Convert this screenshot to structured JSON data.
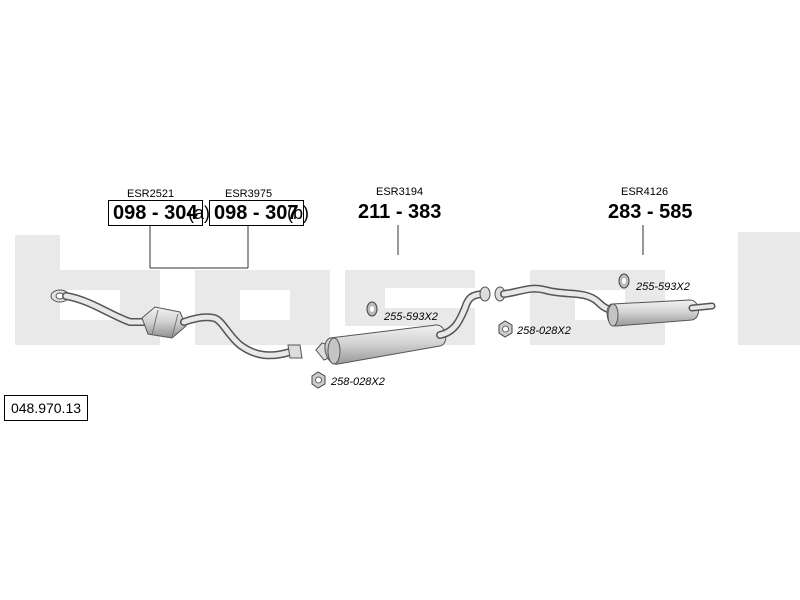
{
  "watermark": {
    "text": "bosal",
    "color": "#e6e6e6"
  },
  "diagram_number": "048.970.13",
  "parts": [
    {
      "esr": "ESR2521",
      "part_number": "098 - 304",
      "variant": "(a)"
    },
    {
      "esr": "ESR3975",
      "part_number": "098 - 307",
      "variant": "(b)"
    },
    {
      "esr": "ESR3194",
      "part_number": "211 - 383"
    },
    {
      "esr": "ESR4126",
      "part_number": "283 - 585"
    }
  ],
  "hardware": [
    {
      "code": "255-593X2"
    },
    {
      "code": "258-028X2"
    },
    {
      "code": "258-028X2"
    },
    {
      "code": "255-593X2"
    }
  ],
  "colors": {
    "line": "#333333",
    "fill": "#cfcfcf",
    "stroke": "#555555"
  }
}
